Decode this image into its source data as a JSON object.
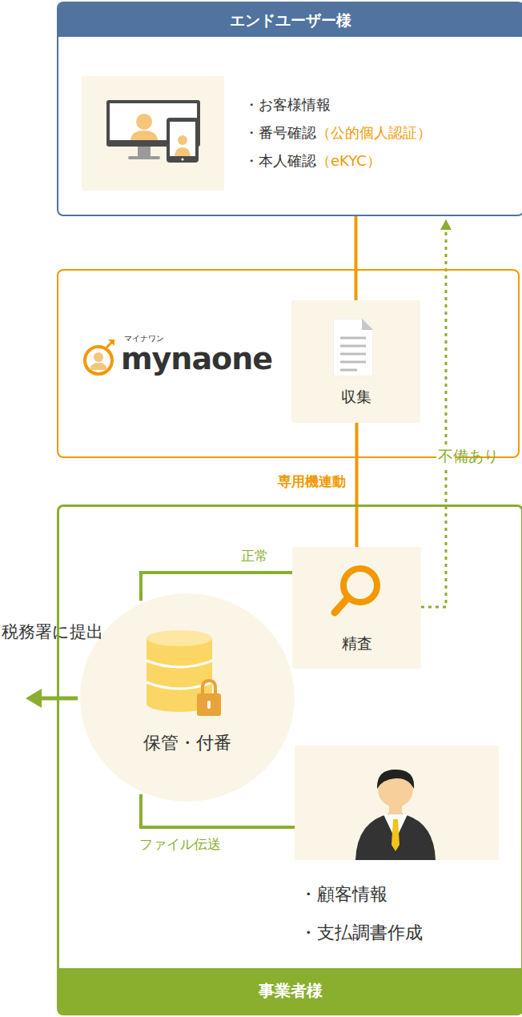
{
  "diagram": {
    "nodes": [
      {
        "text": [
          "エンドユーザー様",
          "・お客様情報",
          "・番号確認",
          "（公的個人認証）",
          "・本人確認",
          "（eKYC）"
        ]
      },
      {
        "text": [
          "マイナワン",
          "mynaone"
        ]
      },
      {
        "text": [
          "収集"
        ],
        "in": 1
      },
      {
        "text": [
          "事業者様"
        ]
      },
      {
        "text": [
          "精査"
        ],
        "in": 3
      },
      {
        "text": [
          "保管・付番"
        ],
        "in": 3
      },
      {
        "text": [
          "・顧客情報",
          "・支払調書作成"
        ],
        "in": 3
      }
    ],
    "edges": [
      {
        "from": 0,
        "to": 2,
        "arrow": "none"
      },
      {
        "from": 2,
        "to": 4,
        "label": "専用機連動",
        "arrow": "none"
      },
      {
        "from": 4,
        "to": 0,
        "label": "不備あり",
        "arrow": "to"
      },
      {
        "from": 4,
        "to": 5,
        "label": "正常",
        "arrow": "none"
      },
      {
        "from": 6,
        "to": 5,
        "label": "ファイル伝送",
        "arrow": "none"
      }
    ],
    "labels": [
      "税務署に提出"
    ]
  }
}
